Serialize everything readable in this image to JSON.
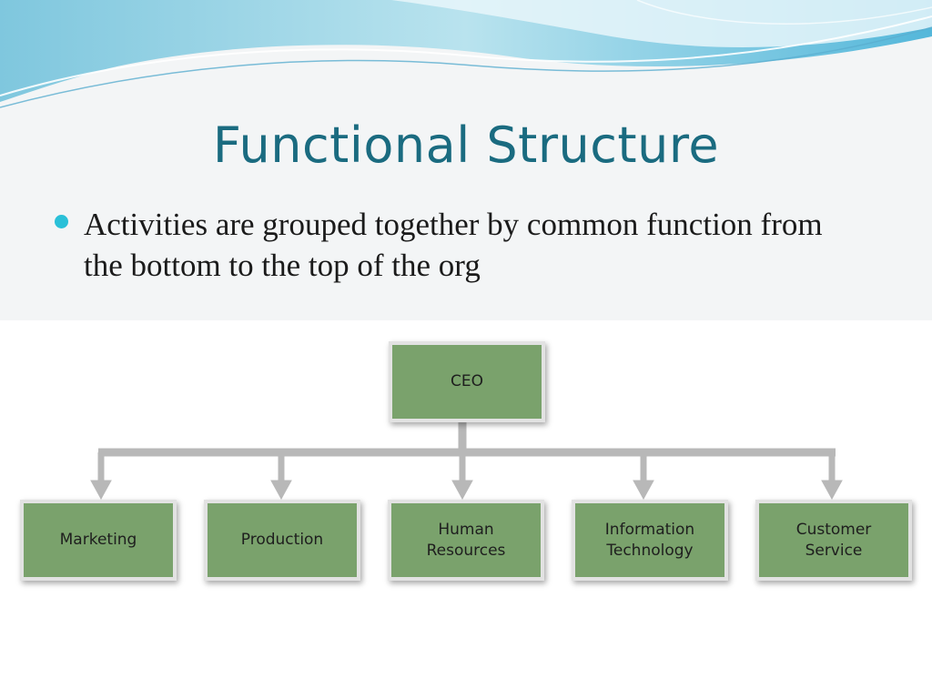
{
  "slide": {
    "title": "Functional Structure",
    "bullet": "Activities are grouped together by common function from the bottom to the top of the org"
  },
  "org_chart": {
    "root": "CEO",
    "departments": [
      "Marketing",
      "Production",
      "Human\nResources",
      "Information\nTechnology",
      "Customer\nService"
    ]
  },
  "colors": {
    "title": "#1a6b80",
    "bullet_dot": "#2ac0d8",
    "box_fill": "#7aa26c",
    "box_border": "#e2e2e2",
    "connector": "#b8b8b8"
  }
}
